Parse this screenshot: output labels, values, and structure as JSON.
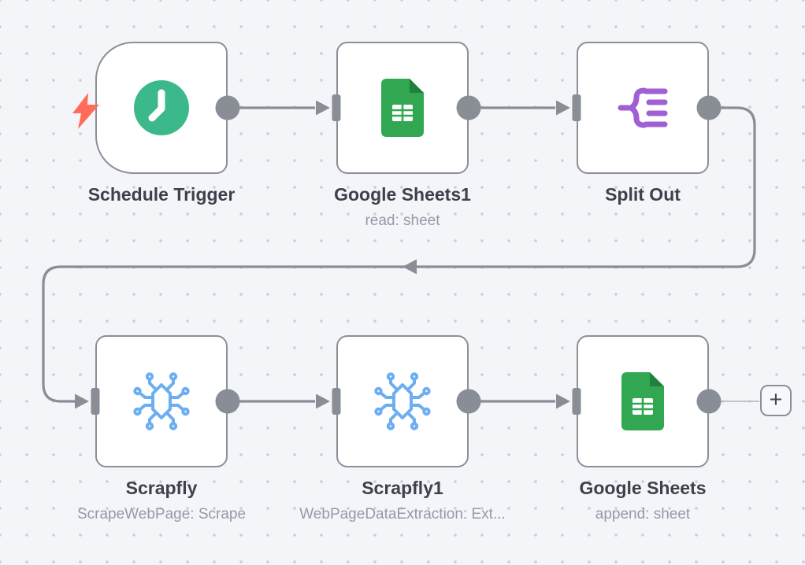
{
  "nodes": [
    {
      "label": "Schedule Trigger",
      "subtitle": "",
      "icon": "clock-icon",
      "icon_color": "#3cb98a",
      "shape": "trigger"
    },
    {
      "label": "Google Sheets1",
      "subtitle": "read: sheet",
      "icon": "google-sheets-icon",
      "icon_color": "#31a752",
      "shape": "default"
    },
    {
      "label": "Split Out",
      "subtitle": "",
      "icon": "split-out-icon",
      "icon_color": "#a05fd5",
      "shape": "default"
    },
    {
      "label": "Scrapfly",
      "subtitle": "ScrapeWebPage: Scrape",
      "icon": "spider-circuit-icon",
      "icon_color": "#6caef2",
      "shape": "default"
    },
    {
      "label": "Scrapfly1",
      "subtitle": "WebPageDataExtraction: Ext...",
      "icon": "spider-circuit-icon",
      "icon_color": "#6caef2",
      "shape": "default"
    },
    {
      "label": "Google Sheets",
      "subtitle": "append: sheet",
      "icon": "google-sheets-icon",
      "icon_color": "#31a752",
      "shape": "default"
    }
  ],
  "connections": [
    {
      "from": "Schedule Trigger",
      "to": "Google Sheets1"
    },
    {
      "from": "Google Sheets1",
      "to": "Split Out"
    },
    {
      "from": "Split Out",
      "to": "Scrapfly"
    },
    {
      "from": "Scrapfly",
      "to": "Scrapfly1"
    },
    {
      "from": "Scrapfly1",
      "to": "Google Sheets"
    }
  ],
  "trigger_indicator": {
    "icon": "lightning-bolt-icon",
    "color": "#ff6d5a"
  },
  "add_button": {
    "label": "+"
  },
  "colors": {
    "canvas_bg": "#f4f5f9",
    "grid_dot": "#c9cdda",
    "node_border": "#8b8f98",
    "connector": "#898d96",
    "label_text": "#3d414b",
    "subtitle_text": "#949aa7"
  }
}
